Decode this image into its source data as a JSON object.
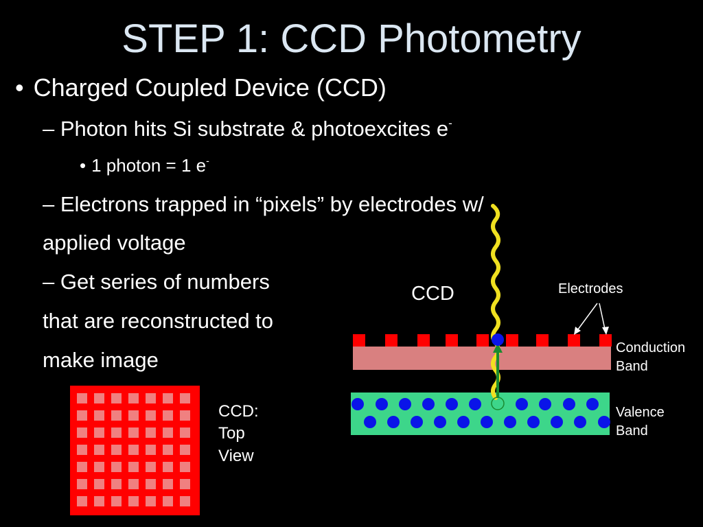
{
  "title": "STEP 1: CCD Photometry",
  "bullets": {
    "l1_bullet": "•",
    "l1": "Charged Coupled Device (CCD)",
    "l2": "– Photon hits Si substrate & photoexcites e",
    "l2_sup": "-",
    "l3_bullet": "•",
    "l3": "1 photon = 1 e",
    "l3_sup": "-",
    "l4": "– Electrons trapped in “pixels” by electrodes w/",
    "l5": "applied voltage",
    "l6": "– Get series of numbers",
    "l7": "that are reconstructed to",
    "l8": "make image"
  },
  "diagram": {
    "ccd_label": "CCD",
    "electrodes_label": "Electrodes",
    "conduction_label_1": "Conduction",
    "conduction_label_2": "Band",
    "valence_label_1": "Valence",
    "valence_label_2": "Band",
    "top_view_1": "CCD:",
    "top_view_2": "Top",
    "top_view_3": "View"
  },
  "colors": {
    "electrode": "#ff0000",
    "conduction_band": "#d98080",
    "valence_band": "#3dd68a",
    "electron": "#0a14e8",
    "photon": "#f0e020",
    "arrow": "#1a8a30",
    "ccd_grid": "#ff0000",
    "ccd_pixel": "#f08080"
  }
}
